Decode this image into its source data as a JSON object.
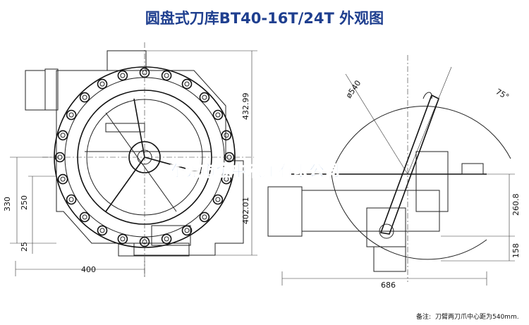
{
  "title": "圆盘式刀库BT40-16T/24T 外观图",
  "dimensions": {
    "d400": "400",
    "d330": "330",
    "d250": "250",
    "d25": "25",
    "d432": "432.99",
    "d402": "402.01",
    "d686": "686",
    "d260": "260.8",
    "d158": "158",
    "phi540": "ø540",
    "angle75": "75°"
  },
  "watermark": "东莞市金中液压有限公司",
  "note": {
    "label": "备注:",
    "text": "刀臂两刀爪中心距为540mm."
  },
  "colors": {
    "title": "#1f3f8f",
    "watermark": "#1b5fb5",
    "line": "#222222"
  }
}
